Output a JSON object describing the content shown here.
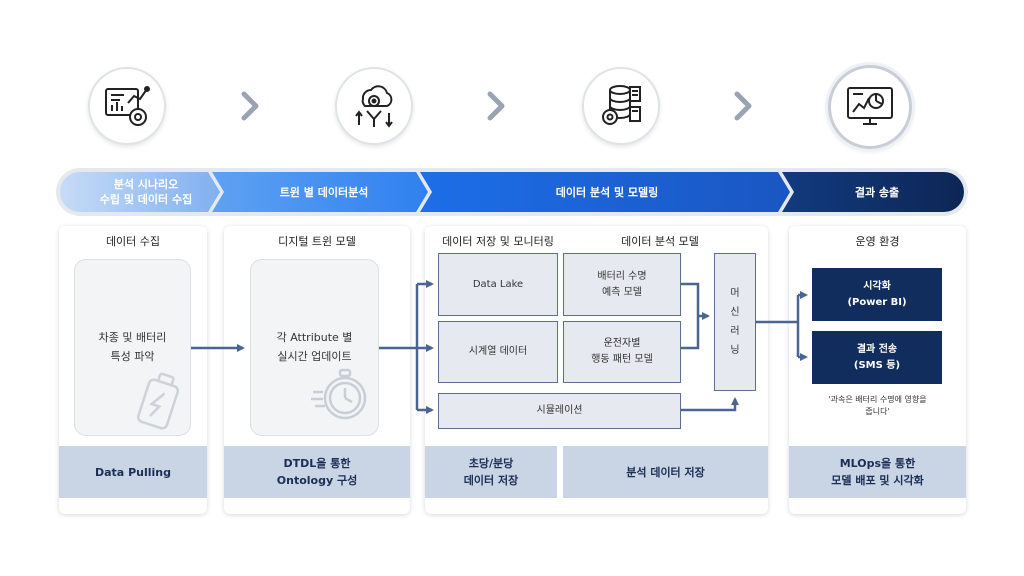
{
  "icons": [
    {
      "name": "data-collection-icon"
    },
    {
      "name": "digital-twin-icon"
    },
    {
      "name": "database-server-icon"
    },
    {
      "name": "monitor-dashboard-icon"
    }
  ],
  "stages": [
    {
      "label": "분석 시나리오\n수립 및 데이터 수집"
    },
    {
      "label": "트윈 별 데이터분석"
    },
    {
      "label": "데이터 분석 및 모델링"
    },
    {
      "label": "결과 송출"
    }
  ],
  "data_collection": {
    "title": "데이터 수집",
    "box_text": "차종 및 배터리\n특성 파악",
    "footer": "Data Pulling"
  },
  "digital_twin": {
    "title": "디지털 트윈 모델",
    "box_text": "각 Attribute 별\n실시간 업데이트",
    "footer": "DTDL을 통한\nOntology 구성"
  },
  "analysis": {
    "storage_title": "데이터 저장 및 모니터링",
    "model_title": "데이터 분석 모델",
    "data_lake": "Data Lake",
    "timeseries": "시계열 데이터",
    "battery_model": "배터리 수명\n예측 모델",
    "driver_model": "운전자별\n행동 패턴 모델",
    "simulation": "시뮬레이션",
    "ml": "머\n신\n러\n닝",
    "footer_left": "초당/분당\n데이터 저장",
    "footer_right": "분석 데이터 저장"
  },
  "operation": {
    "title": "운영 환경",
    "visualization": "시각화\n(Power BI)",
    "transfer": "결과 전송\n(SMS 등)",
    "note": "'과속은 배터리 수명에 영향을\n줍니다'",
    "footer": "MLOps을 통한\n모델 배포 및 시각화"
  },
  "colors": {
    "stage1": "#a9c6ef",
    "stage2": "#3d8ef0",
    "stage3": "#1f6fe6",
    "stage4": "#0f2b62",
    "navy": "#112d5d",
    "footer_bg": "#c9d4e5",
    "arrow": "#4a6590"
  }
}
